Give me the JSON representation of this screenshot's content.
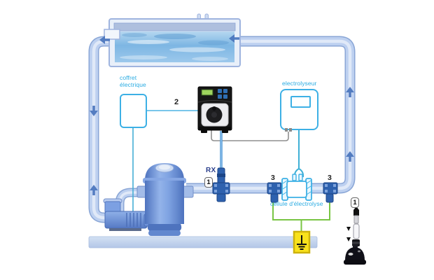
{
  "labels": {
    "coffret_line1": "coffret",
    "coffret_line2": "électrique",
    "electrolyseur": "electrolyseur",
    "cellule": "cellule d'électrolyse",
    "rx": "RX"
  },
  "callouts": {
    "wire_number": "2",
    "tee_left_number": "3",
    "tee_right_number": "3",
    "rx_badge": "1",
    "probe_kit_badge": "1"
  },
  "icons": {
    "ground_symbol": "earth-ground-icon",
    "flow_arrows": "flow-direction-arrow-icon"
  },
  "colors": {
    "label_cyan": "#29abe2",
    "pipe_fill": "#bdd0f0",
    "pipe_edge": "#8aa6d6",
    "pipe_highlight": "#e0e9f8",
    "equipment_blue": "#5579c4",
    "fitting_navy": "#2e61ae",
    "cell_outline_cyan": "#3db0e5",
    "cable_teal": "#3fb0d6",
    "cable_blue": "#4f9ad8",
    "cable_grey": "#8f8f8f",
    "bonding_green": "#79c544",
    "ground_yellow": "#f9e21c",
    "device_black": "#161616",
    "lcd_green": "#9ed45e",
    "water_blue": "#7db6e3"
  }
}
